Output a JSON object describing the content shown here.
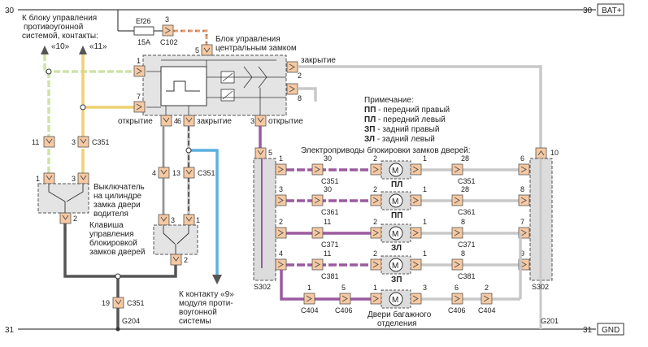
{
  "rails": {
    "bat_num_left": "30",
    "bat_num_right": "30",
    "bat_label": "BAT+",
    "gnd_num_left": "31",
    "gnd_num_right": "31",
    "gnd_label": "GND"
  },
  "alarm_note": {
    "line1": "К блоку управления",
    "line2": "противоугонной",
    "line3": "системой, контакты:",
    "pin_a": "«10»",
    "pin_b": "«11»"
  },
  "fuse": {
    "name": "Ef26",
    "rating": "15A",
    "pin": "3",
    "connector": "C102"
  },
  "control_unit": {
    "line1": "Блок управления",
    "line2": "центральным замком",
    "pin_5": "5",
    "pin_1": "1",
    "pin_7": "7",
    "pin_2": "2",
    "pin_8": "8",
    "pin_4": "4",
    "pin_6": "6",
    "pin_3": "3",
    "lbl_close_top": "закрытие",
    "lbl_open_4": "открытие",
    "lbl_close_6": "закрытие",
    "lbl_open_3": "открытие"
  },
  "note": {
    "title": "Примечание:",
    "items": [
      {
        "abbr": "ПП",
        "text": " - передний правый"
      },
      {
        "abbr": "ПЛ",
        "text": " - передний левый"
      },
      {
        "abbr": "ЗП",
        "text": " - задний правый"
      },
      {
        "abbr": "ЗЛ",
        "text": " - задний левый"
      }
    ]
  },
  "actuators_title": "Электроприводы блокировки замков дверей:",
  "left_chain": {
    "c351_a": "C351",
    "pin_11": "11",
    "pin_3a": "3",
    "pin_1a": "1",
    "pin_3b": "3",
    "pin_2": "2",
    "switch_line1": "Выключатель",
    "switch_line2": "на цилиндре",
    "switch_line3": "замка двери",
    "switch_line4": "водителя"
  },
  "key_chain": {
    "pin_4": "4",
    "pin_13": "13",
    "c351": "C351",
    "pin_3": "3",
    "pin_1": "1",
    "pin_2": "2",
    "line1": "Клавиша",
    "line2": "управления",
    "line3": "блокировкой",
    "line4": "замков дверей"
  },
  "alarm_contact": {
    "line1": "К контакту «9»",
    "line2": "модуля проти-",
    "line3": "воугонной",
    "line4": "системы"
  },
  "ground": {
    "pin": "19",
    "connector": "C351",
    "point": "G204"
  },
  "right_ground": "G201",
  "s302_left": {
    "name": "S302",
    "in_pin": "5",
    "pins": [
      "1",
      "3",
      "2",
      "4"
    ]
  },
  "s302_right": {
    "name": "S302",
    "in_pin": "10",
    "pins": [
      "6",
      "8",
      "7",
      "9"
    ]
  },
  "rows": [
    {
      "lpin": "1",
      "c1": "30",
      "c1name": "C351",
      "m1": "2",
      "m2": "1",
      "c2": "28",
      "c2name": "C351",
      "label": "ПЛ"
    },
    {
      "lpin": "3",
      "c1": "30",
      "c1name": "C361",
      "m1": "2",
      "m2": "1",
      "c2": "28",
      "c2name": "C361",
      "label": "ПП"
    },
    {
      "lpin": "2",
      "c1": "11",
      "c1name": "C371",
      "m1": "2",
      "m2": "1",
      "c2": "8",
      "c2name": "C371",
      "label": "ЗЛ"
    },
    {
      "lpin": "4",
      "c1": "11",
      "c1name": "C381",
      "m1": "2",
      "m2": "1",
      "c2": "8",
      "c2name": "C381",
      "label": "ЗП"
    }
  ],
  "trunk": {
    "p1": "1",
    "c404a": "C404",
    "p5": "5",
    "c406a": "C406",
    "m1": "1",
    "m3": "3",
    "p6": "6",
    "c406b": "C406",
    "p2": "2",
    "c404b": "C404",
    "line1": "Двери багажного",
    "line2": "отделения"
  },
  "motor_symbol": "M",
  "colors": {
    "wire_yellow": "#f0d070",
    "wire_lightgreen": "#cfe3a8",
    "wire_purple": "#9b5aa0",
    "wire_gray": "#c8c8c8",
    "wire_dark": "#555555",
    "wire_blue": "#5ab0e0",
    "wire_orange": "#e89a70",
    "connector_fill": "#f6c9a2",
    "block_fill": "#e4e4e4"
  }
}
